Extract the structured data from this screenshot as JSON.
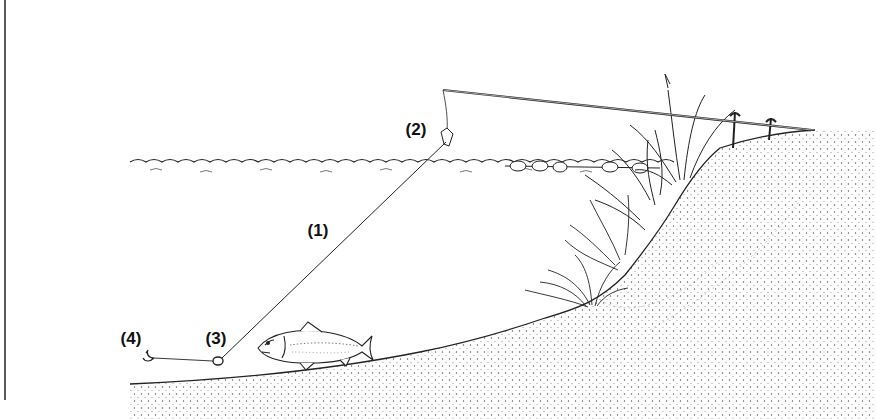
{
  "diagram": {
    "labels": [
      "(1)",
      "(2)",
      "(3)",
      "(4)"
    ]
  }
}
